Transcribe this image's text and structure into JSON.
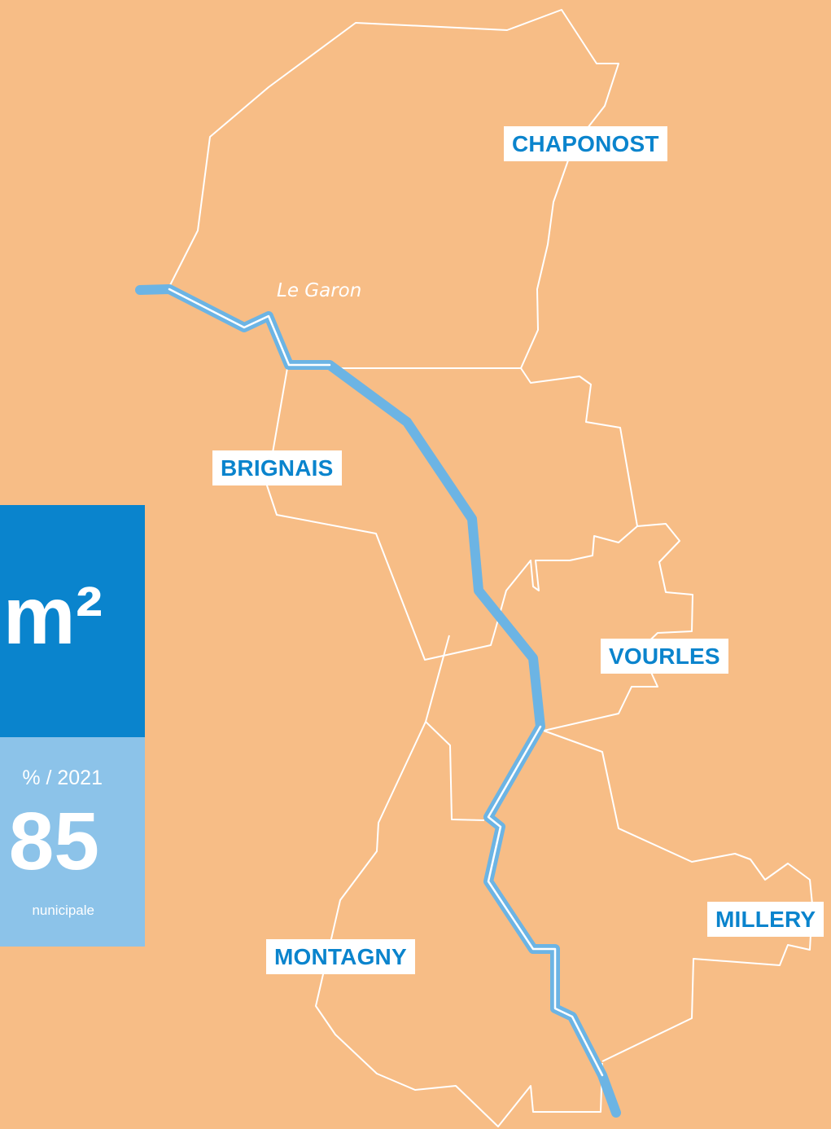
{
  "colors": {
    "background": "#f7bd86",
    "river": "#6cb4e4",
    "boundary": "#ffffff",
    "label_text": "#0a84cd",
    "panel_dark": "#0a84cd",
    "panel_light": "#8cc3e9"
  },
  "river": {
    "label": "Le Garon"
  },
  "towns": [
    {
      "name": "CHAPONOST"
    },
    {
      "name": "BRIGNAIS"
    },
    {
      "name": "VOURLES"
    },
    {
      "name": "MILLERY"
    },
    {
      "name": "MONTAGNY"
    }
  ],
  "stat_panel": {
    "unit": "m²",
    "change": "% / 2021",
    "big_value": "85",
    "caption": "nunicipale"
  }
}
